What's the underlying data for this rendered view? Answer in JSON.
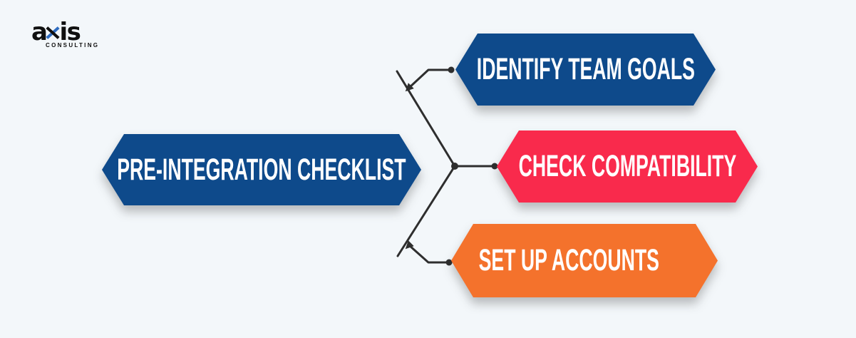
{
  "colors": {
    "bg": "#f3f7fa",
    "navy": "#0e4a8b",
    "red": "#f92a4c",
    "orange": "#f4722c",
    "line": "#2e2e2e",
    "logo_blue": "#2f6cc0",
    "logo_black": "#101010",
    "text_white": "#ffffff"
  },
  "logo": {
    "name": "axis",
    "part1": "a",
    "part2": "is",
    "subtext": "CONSULTING"
  },
  "diagram": {
    "root": {
      "label": "PRE-INTEGRATION CHECKLIST",
      "color": "#0e4a8b"
    },
    "branches": [
      {
        "label": "IDENTIFY TEAM GOALS",
        "color": "#0e4a8b"
      },
      {
        "label": "CHECK COMPATIBILITY",
        "color": "#f92a4c"
      },
      {
        "label": "SET UP ACCOUNTS",
        "color": "#f4722c"
      }
    ]
  }
}
